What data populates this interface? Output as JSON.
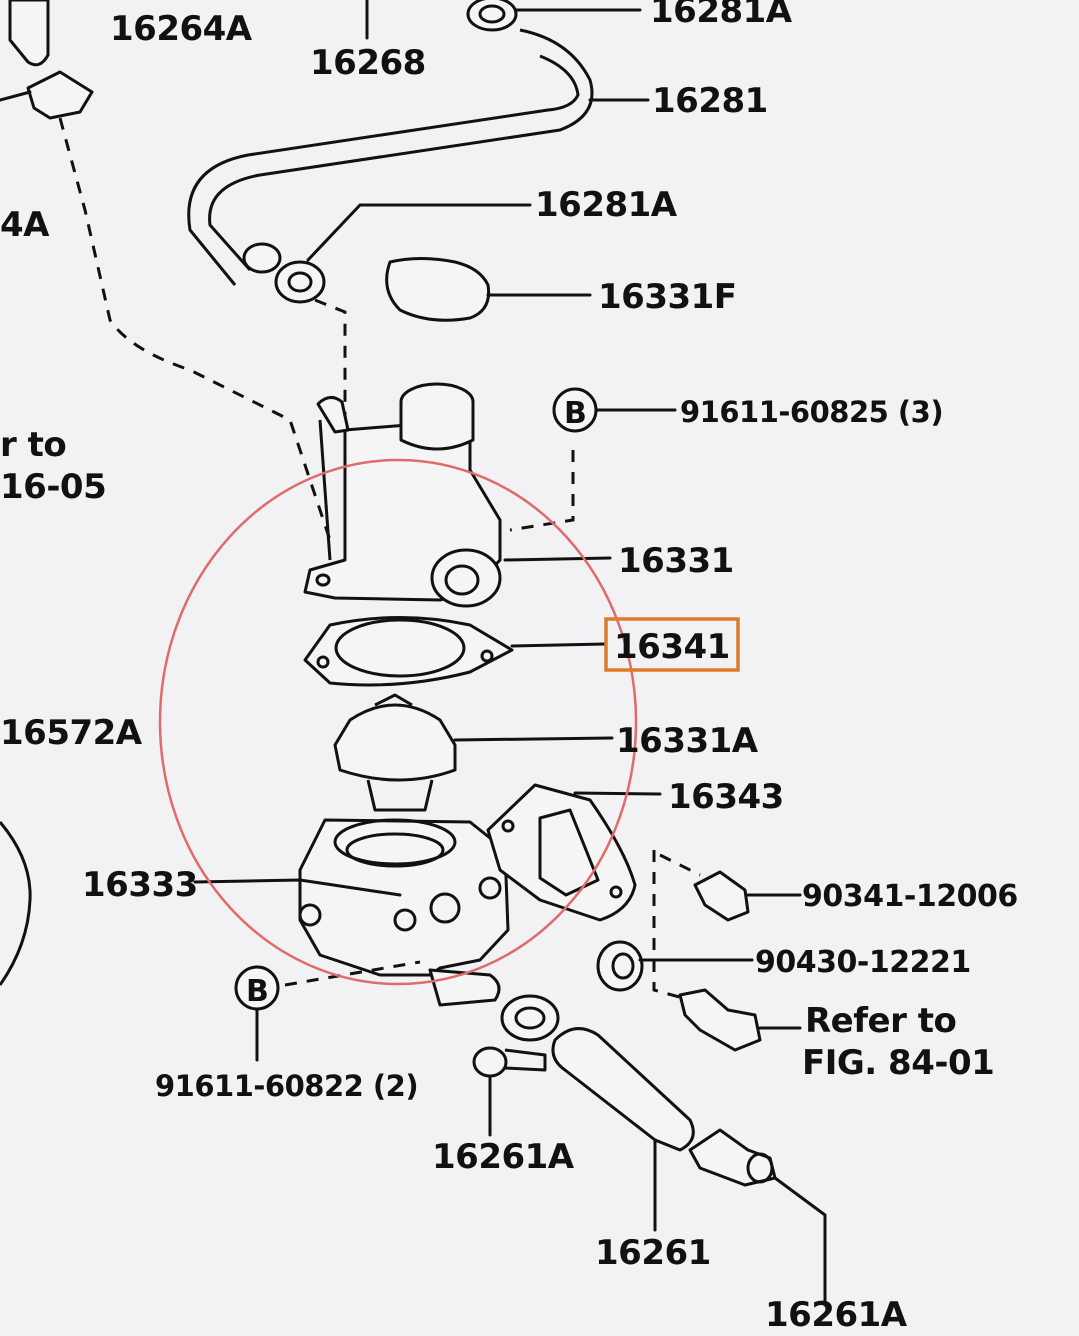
{
  "labels": {
    "l16264A_top": "16264A",
    "l16268": "16268",
    "l16281A_top": "16281A",
    "l16281_top": "16281",
    "l16281A_mid": "16281A",
    "l4A": "4A",
    "l16331F": "16331F",
    "l91611_60825": "91611-60825 (3)",
    "l_refer_to_left": "r to",
    "l_fig_left": "16-05",
    "l16331": "16331",
    "l16341": "16341",
    "l16572A": "16572A",
    "l16331A": "16331A",
    "l16343": "16343",
    "l16333": "16333",
    "l90341_12006": "90341-12006",
    "l90430_12221": "90430-12221",
    "l_refer_to": "Refer to",
    "l_fig_84_01": "FIG. 84-01",
    "l91611_60822": "91611-60822 (2)",
    "l16261A_bottom": "16261A",
    "l16261": "16261",
    "l16261A_br": "16261A",
    "bolt_symbol_top": "B",
    "bolt_symbol_bottom": "B"
  },
  "highlight": {
    "target_label": "16341",
    "box_color": "#e07a2a",
    "circle_color": "#e06b6b"
  }
}
